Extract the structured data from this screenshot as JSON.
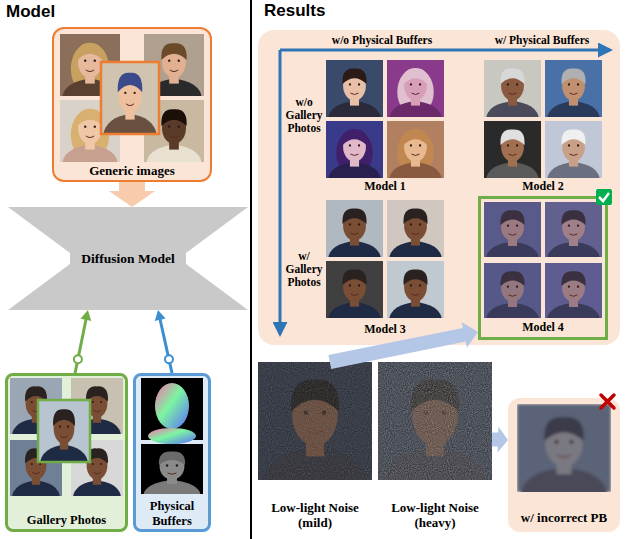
{
  "diagram": {
    "nodes": [
      {
        "text": [
          "Generic images"
        ]
      },
      {
        "text": [
          "Diffusion Model"
        ]
      },
      {
        "text": [
          "Gallery Photos"
        ]
      },
      {
        "text": [
          "Physical Buffers"
        ]
      },
      {
        "text": [
          "Results"
        ]
      },
      {
        "text": [
          "Model 1"
        ],
        "in": 4
      },
      {
        "text": [
          "Model 2"
        ],
        "in": 4
      },
      {
        "text": [
          "Model 3"
        ],
        "in": 4
      },
      {
        "text": [
          "Model 4"
        ],
        "in": 4
      },
      {
        "text": [
          "Low-light Noise (mild)"
        ]
      },
      {
        "text": [
          "Low-light Noise (heavy)"
        ]
      },
      {
        "text": [
          "w/ incorrect PB"
        ]
      }
    ],
    "edges": [
      {
        "from": 0,
        "to": 1,
        "arrow": "to"
      },
      {
        "from": 2,
        "to": 1,
        "arrow": "to"
      },
      {
        "from": 3,
        "to": 1,
        "arrow": "to"
      },
      {
        "from": 9,
        "to": 8,
        "arrow": "to"
      },
      {
        "from": 10,
        "to": 11,
        "arrow": "to"
      }
    ],
    "labels": [
      "Model",
      "w/o Physical Buffers",
      "w/ Physical Buffers",
      "w/o Gallery Photos",
      "w/ Gallery Photos"
    ]
  }
}
